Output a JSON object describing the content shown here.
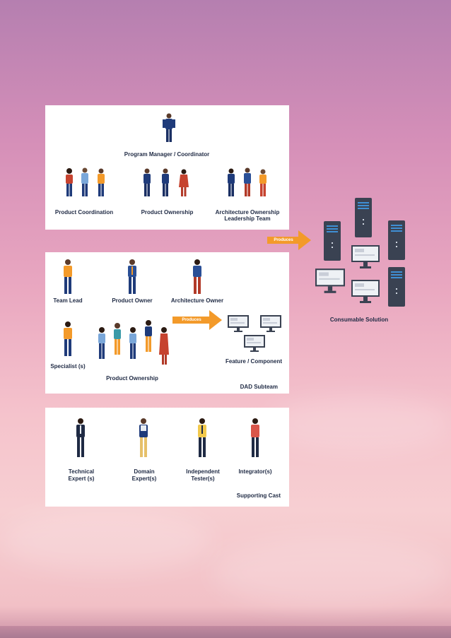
{
  "panel1": {
    "program_manager": "Program Manager / Coordinator",
    "product_coordination": "Product Coordination",
    "product_ownership": "Product Ownership",
    "architecture_ownership": "Architecture Ownership",
    "leadership_team": "Leadership Team"
  },
  "panel2": {
    "team_lead": "Team Lead",
    "product_owner": "Product Owner",
    "architecture_owner": "Architecture Owner",
    "specialists": "Specialist (s)",
    "product_ownership": "Product Ownership",
    "produces": "Produces",
    "feature_component": "Feature / Component",
    "footer": "DAD Subteam"
  },
  "panel3": {
    "technical_expert_1": "Technical",
    "technical_expert_2": "Expert (s)",
    "domain_expert_1": "Domain",
    "domain_expert_2": "Expert(s)",
    "independent_tester_1": "Independent",
    "independent_tester_2": "Tester(s)",
    "integrators": "Integrator(s)",
    "footer": "Supporting Cast"
  },
  "main_arrow": {
    "label": "Produces"
  },
  "solution": {
    "label": "Consumable Solution"
  },
  "colors": {
    "arrow": "#f39a2a",
    "navy": "#1f3b7a",
    "server": "#3a4252",
    "server_light": "#3f8fd4"
  }
}
